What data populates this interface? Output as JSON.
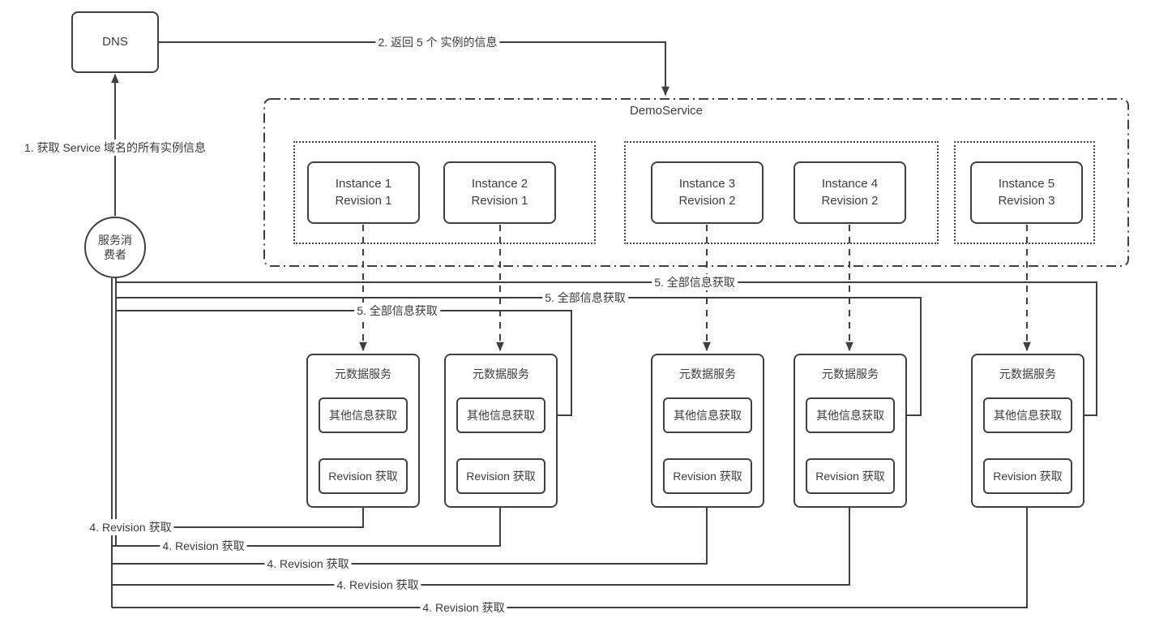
{
  "colors": {
    "stroke": "#404040",
    "text": "#3d3d3d",
    "background": "#ffffff"
  },
  "diagram": {
    "dns": {
      "label": "DNS"
    },
    "consumer": {
      "label": "服务消费者"
    },
    "demo_service": {
      "label": "DemoService"
    },
    "instances": [
      {
        "name": "Instance 1",
        "revision": "Revision 1"
      },
      {
        "name": "Instance 2",
        "revision": "Revision 1"
      },
      {
        "name": "Instance 3",
        "revision": "Revision 2"
      },
      {
        "name": "Instance 4",
        "revision": "Revision 2"
      },
      {
        "name": "Instance 5",
        "revision": "Revision 3"
      }
    ],
    "metadata_services": [
      {
        "title": "元数据服务",
        "other_info": "其他信息获取",
        "revision": "Revision 获取"
      },
      {
        "title": "元数据服务",
        "other_info": "其他信息获取",
        "revision": "Revision 获取"
      },
      {
        "title": "元数据服务",
        "other_info": "其他信息获取",
        "revision": "Revision 获取"
      },
      {
        "title": "元数据服务",
        "other_info": "其他信息获取",
        "revision": "Revision 获取"
      },
      {
        "title": "元数据服务",
        "other_info": "其他信息获取",
        "revision": "Revision 获取"
      }
    ],
    "labels": {
      "step1": "1. 获取 Service 域名的所有实例信息",
      "step2": "2. 返回 5 个 实例的信息",
      "step4": [
        "4. Revision 获取",
        "4. Revision 获取",
        "4. Revision 获取",
        "4. Revision 获取",
        "4. Revision 获取"
      ],
      "step5": [
        "5. 全部信息获取",
        "5. 全部信息获取",
        "5. 全部信息获取"
      ]
    }
  }
}
